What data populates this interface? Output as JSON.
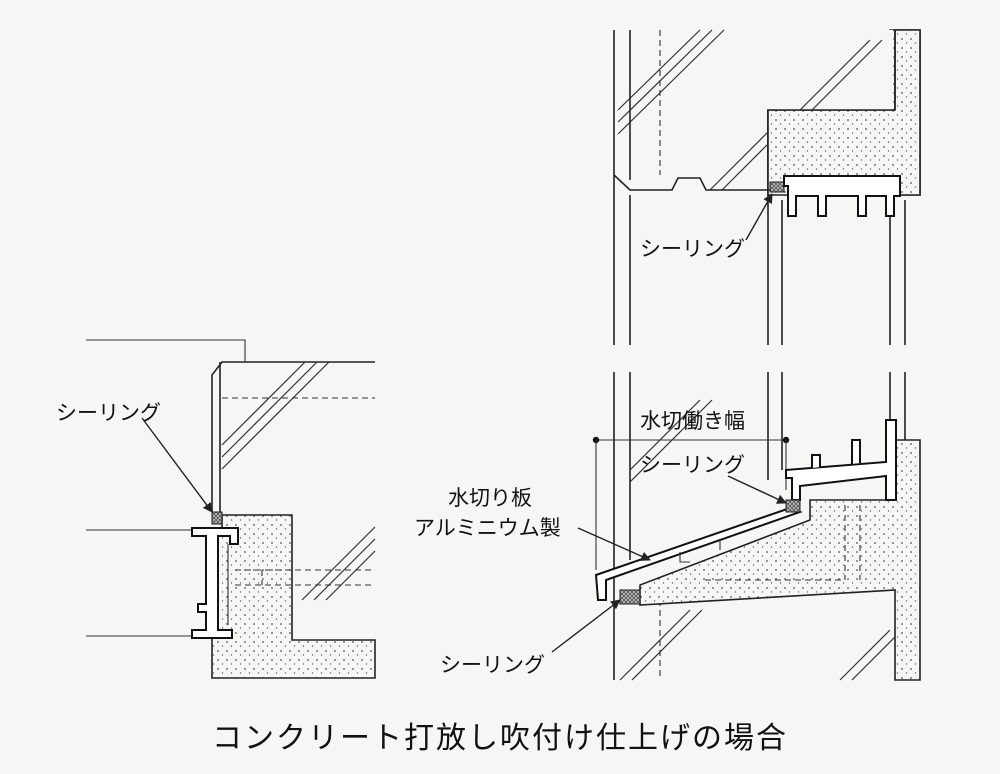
{
  "caption": "コンクリート打放し吹付け仕上げの場合",
  "labels": {
    "top_right_sealing": "シーリング",
    "left_sealing": "シーリング",
    "flashing_width": "水切働き幅",
    "bottom_right_sealing_upper": "シーリング",
    "flashing_board_line1": "水切り板",
    "flashing_board_line2": "アルミニウム製",
    "bottom_right_sealing_lower": "シーリング"
  }
}
